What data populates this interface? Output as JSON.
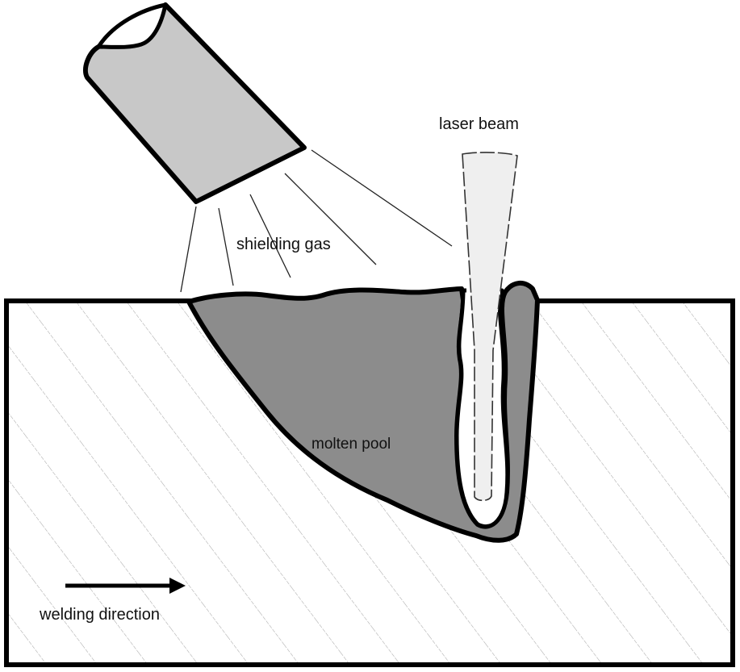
{
  "diagram": {
    "title": "Laser welding with shielding gas",
    "labels": {
      "laser_beam": "laser beam",
      "shielding_gas": "shielding gas",
      "molten_pool": "molten pool",
      "welding_direction": "welding direction"
    },
    "colors": {
      "outline": "#000000",
      "nozzle_fill": "#c8c8c8",
      "molten_pool_fill": "#8c8c8c",
      "laser_beam_fill": "#efefef",
      "hatch": "#a0a0a0",
      "gas_lines": "#222222",
      "background": "#ffffff"
    },
    "components": [
      "gas nozzle",
      "shielding gas stream",
      "laser beam",
      "keyhole",
      "molten pool",
      "workpiece",
      "welding direction arrow"
    ]
  }
}
